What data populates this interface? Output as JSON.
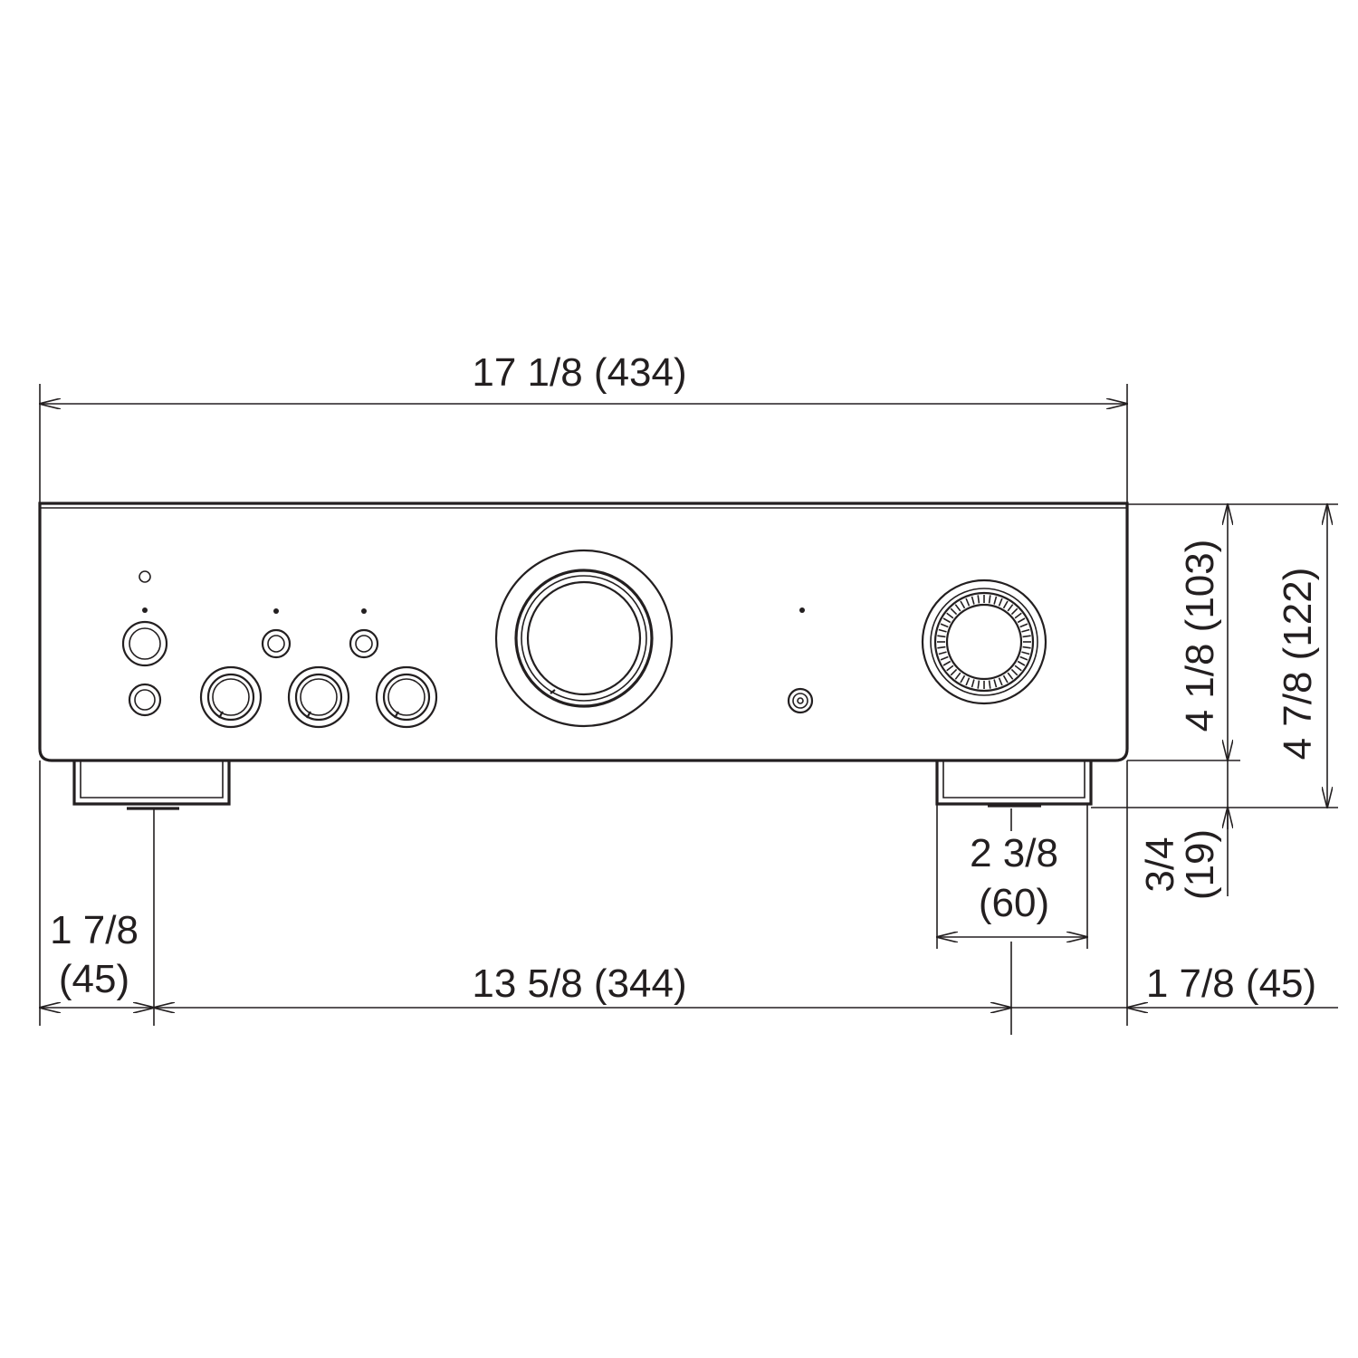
{
  "dimensions": {
    "overall_width": "17 1/8 (434)",
    "body_height": "4 1/8 (103)",
    "overall_height": "4 7/8 (122)",
    "foot_height_in": "3/4",
    "foot_height_mm": "(19)",
    "foot_width_in": "2 3/8",
    "foot_width_mm": "(60)",
    "left_offset_in": "1 7/8",
    "left_offset_mm": "(45)",
    "foot_spacing": "13 5/8 (344)",
    "right_offset": "1 7/8 (45)"
  },
  "colors": {
    "line": "#231f20",
    "background": "#ffffff"
  }
}
